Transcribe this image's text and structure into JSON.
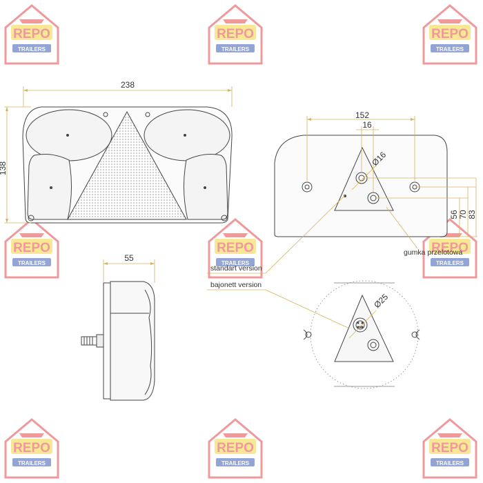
{
  "watermark": {
    "brand": "REPO",
    "sub": "TRAILERS",
    "colors": {
      "red": "#e2464a",
      "yellow": "#f2d640",
      "blue": "#3b5bb5"
    }
  },
  "front_view": {
    "width": "238",
    "height": "138"
  },
  "side_view": {
    "depth": "55"
  },
  "rear_view": {
    "width": "152",
    "hole_spacing": "16",
    "hole_diameter": "Ø16",
    "height_56": "56",
    "height_70": "70",
    "height_83": "83",
    "gasket_label": "gumka przelotowa"
  },
  "versions": {
    "standard": "standart version",
    "bayonet": "bajonett version",
    "bayonet_diameter": "Ø25"
  },
  "colors": {
    "dimension_line": "#d6b35c",
    "outline": "#444444"
  }
}
